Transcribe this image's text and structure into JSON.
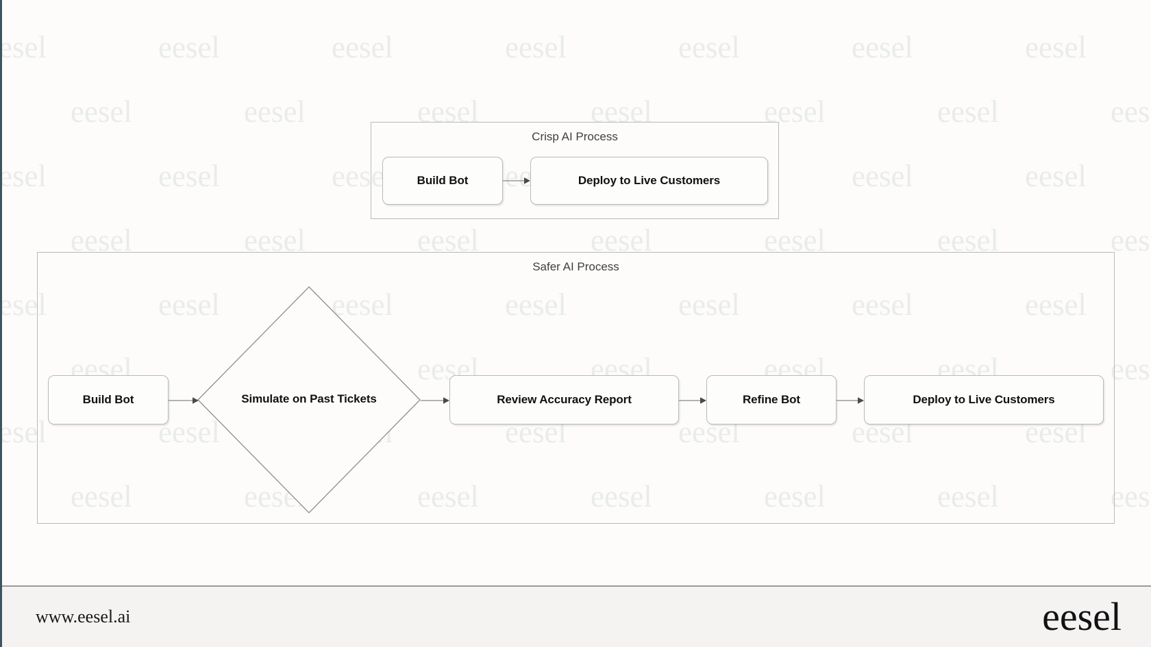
{
  "background_color": "#fdfcfa",
  "accent_rail_color": "#3c5560",
  "watermark": {
    "text": "eesel",
    "color": "#e9eceb",
    "repeat_count": 8,
    "row_count": 8
  },
  "diagram": {
    "type": "flowchart",
    "subgraphs": [
      {
        "id": "crisp",
        "title": "Crisp AI Process",
        "nodes": [
          {
            "id": "crisp-build-bot",
            "label": "Build Bot",
            "shape": "rounded-rect"
          },
          {
            "id": "crisp-deploy",
            "label": "Deploy to Live Customers",
            "shape": "rounded-rect"
          }
        ],
        "edges": [
          {
            "from": "crisp-build-bot",
            "to": "crisp-deploy",
            "label": ""
          }
        ]
      },
      {
        "id": "safer",
        "title": "Safer AI Process",
        "nodes": [
          {
            "id": "safe-build-bot",
            "label": "Build Bot",
            "shape": "rounded-rect"
          },
          {
            "id": "safe-simulate",
            "label": "Simulate on Past Tickets",
            "shape": "diamond"
          },
          {
            "id": "safe-review",
            "label": "Review Accuracy Report",
            "shape": "rounded-rect"
          },
          {
            "id": "safe-refine",
            "label": "Refine Bot",
            "shape": "rounded-rect"
          },
          {
            "id": "safe-deploy",
            "label": "Deploy to Live Customers",
            "shape": "rounded-rect"
          }
        ],
        "edges": [
          {
            "from": "safe-build-bot",
            "to": "safe-simulate",
            "label": ""
          },
          {
            "from": "safe-simulate",
            "to": "safe-review",
            "label": ""
          },
          {
            "from": "safe-review",
            "to": "safe-refine",
            "label": ""
          },
          {
            "from": "safe-refine",
            "to": "safe-deploy",
            "label": ""
          }
        ]
      }
    ]
  },
  "footer": {
    "url": "www.eesel.ai",
    "logo": "eesel"
  }
}
